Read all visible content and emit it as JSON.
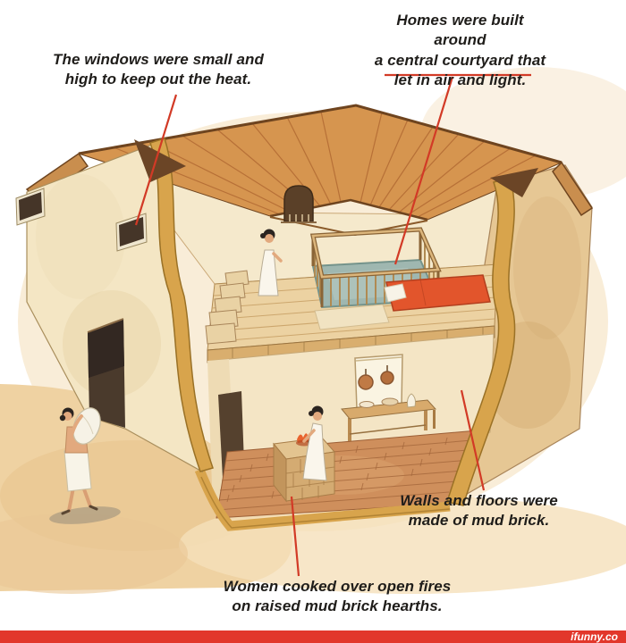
{
  "annotations": {
    "courtyard": "Homes were built around\na central courtyard that\nlet in air and light.",
    "windows": "The windows were small and\nhigh to keep out the heat.",
    "walls": "Walls and floors were\nmade of mud brick.",
    "hearth": "Women cooked over open fires\non raised mud brick hearths."
  },
  "watermark": {
    "label": "ifunny.co"
  },
  "palette": {
    "leader_red": "#d23a26",
    "annotation_text": "#1f1d1a",
    "wall_cream": "#f4e6c4",
    "wall_interior": "#f5e9cc",
    "cut_ochre": "#d8a44c",
    "roof_wood": "#d6954f",
    "roof_edge": "#6e441f",
    "deck_wood": "#ecd2a2",
    "brick_floor": "#cf8f5c",
    "pool_teal": "#9fb7b0",
    "mattress_orange": "#e2552c",
    "right_wall_tan": "#e6c794",
    "watermark_red": "#e2372b",
    "watermark_text": "#ffffff",
    "skin": "#e2a97e",
    "dress_white": "#faf6ec"
  }
}
